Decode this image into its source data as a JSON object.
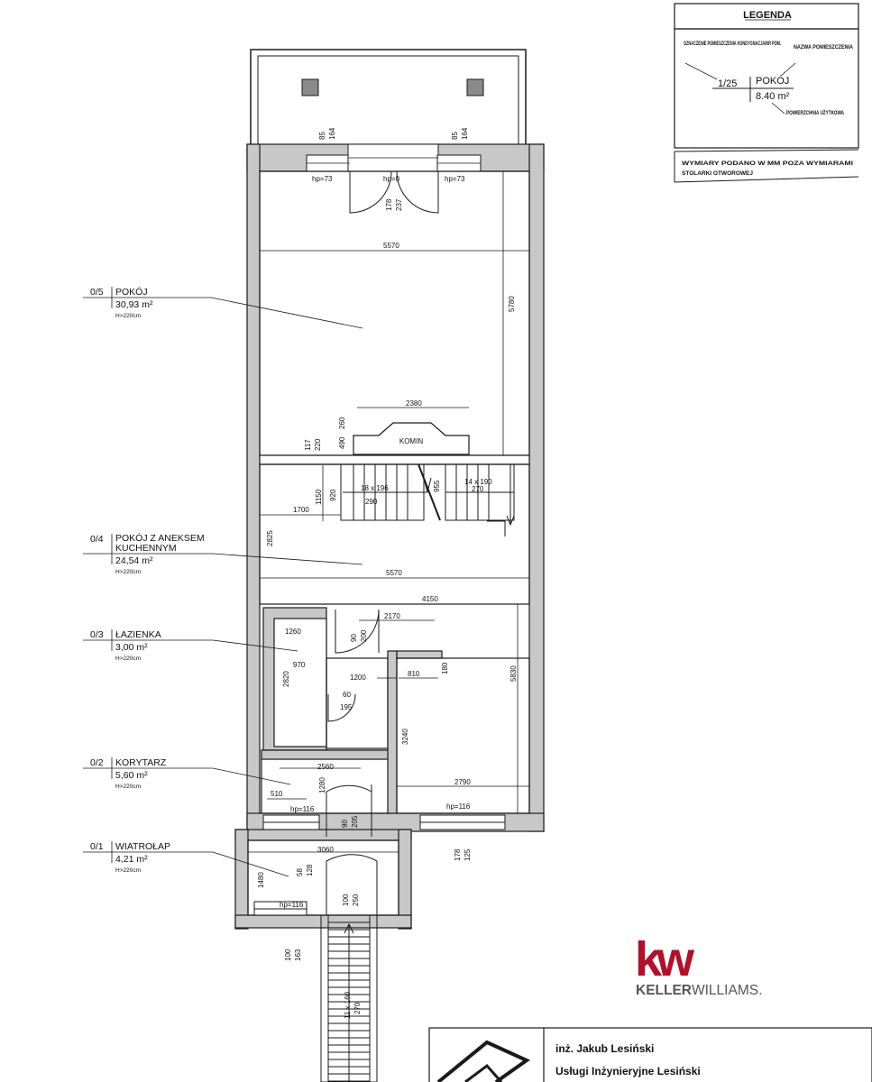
{
  "legend": {
    "title": "LEGENDA",
    "code_label": "OZNACZENIE POMIESZCZENIA KONDYGNACJA/NR POM.",
    "name_label": "NAZWA POMIESZCZENIA",
    "example_code": "1/25",
    "example_name": "POKÓJ",
    "example_area": "8.40 m²",
    "area_label": "POWIERZCHNIA UŻYTKOWA",
    "note_line1": "WYMIARY PODANO W MM POZA WYMIARAMI",
    "note_line2": "STOLARKI OTWOROWEJ"
  },
  "rooms": [
    {
      "code": "0/5",
      "name": "POKÓJ",
      "name2": "",
      "area": "30,93 m²",
      "height": "H>220cm"
    },
    {
      "code": "0/4",
      "name": "POKÓJ Z ANEKSEM",
      "name2": "KUCHENNYM",
      "area": "24,54 m²",
      "height": "H>220cm"
    },
    {
      "code": "0/3",
      "name": "ŁAZIENKA",
      "name2": "",
      "area": "3,00 m²",
      "height": "H>220cm"
    },
    {
      "code": "0/2",
      "name": "KORYTARZ",
      "name2": "",
      "area": "5,60 m²",
      "height": "H>220cm"
    },
    {
      "code": "0/1",
      "name": "WIATROŁAP",
      "name2": "",
      "area": "4,21 m²",
      "height": "H>220cm"
    }
  ],
  "plan": {
    "chimney": "KOMIN",
    "dims": {
      "w85a": "85",
      "w164a": "164",
      "w85b": "85",
      "w164b": "164",
      "hp73a": "hp=73",
      "hp0": "hp=0",
      "hp73b": "hp=73",
      "d178": "178",
      "d237": "237",
      "d5570a": "5570",
      "d5780": "5780",
      "d2380": "2380",
      "d117": "117",
      "d220": "220",
      "d490": "490",
      "d260": "260",
      "d1150": "1150",
      "d920": "920",
      "d1700": "1700",
      "st1": "18 x 196",
      "st2": "290",
      "d955": "955",
      "st3": "14 x 190",
      "st4": "270",
      "d2825": "2825",
      "d5570b": "5570",
      "d4150": "4150",
      "d2170": "2170",
      "d1260": "1260",
      "d90a": "90",
      "d200": "200",
      "d970": "970",
      "d2820": "2820",
      "d1200": "1200",
      "d810": "810",
      "d180": "180",
      "d5830": "5830",
      "d60": "60",
      "d195": "195",
      "d3240": "3240",
      "d2560": "2560",
      "d1280": "1280",
      "d510": "510",
      "d2790": "2790",
      "hp116a": "hp=116",
      "d90b": "90",
      "d205": "205",
      "hp116b": "hp=116",
      "d178b": "178",
      "d125": "125",
      "d3060": "3060",
      "d1480": "1480",
      "d58": "58",
      "d128": "128",
      "d100a": "100",
      "d250": "250",
      "hp116c": "hp=116",
      "d100b": "100",
      "d163": "163",
      "st5": "11 x 160",
      "st6": "270"
    }
  },
  "branding": {
    "logo_k": "k",
    "logo_w": "w",
    "brand_bold": "KELLER",
    "brand_rest": "WILLIAMS."
  },
  "titleblock": {
    "engineer": "inż. Jakub Lesiński",
    "company": "Usługi Inżynieryjne Lesiński"
  },
  "colors": {
    "wall": "#c8c8c8",
    "line": "#1a1a1a",
    "brand_red": "#b40f2a"
  }
}
